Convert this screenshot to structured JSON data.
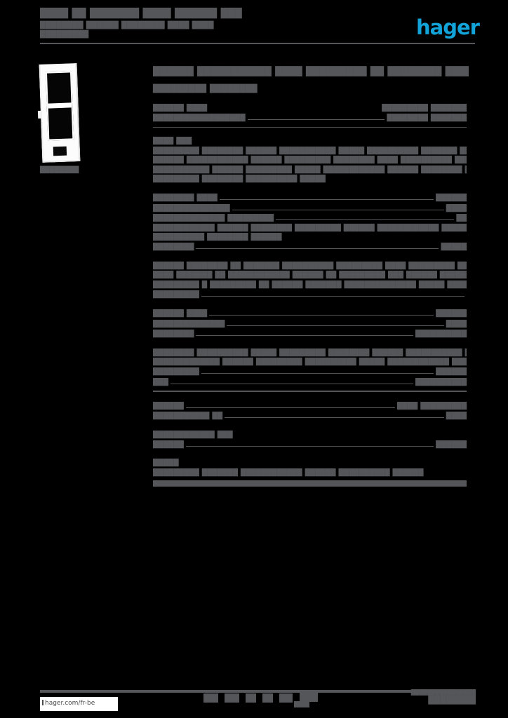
{
  "colors": {
    "accent_blue": "#12a3d9",
    "text_gray": "#54565a",
    "paper_white": "#ffffff"
  },
  "header": {
    "line1": "████ ██ ███████ ████ ██████ ███",
    "line2": "████████ ██████ ████████ ████ ████",
    "line3": "█████████",
    "logo_text": "hager"
  },
  "product": {
    "caption": "████████"
  },
  "main": {
    "title": "██████ ███████████ ████ █████████ ██ ████████ ███████",
    "subtitle": "█████████ ████████",
    "sections": [
      {
        "rows": [
          {
            "t": "kv",
            "l": "██████ ████",
            "v": "█████████ ███████",
            "leader": false
          },
          {
            "t": "kv",
            "l": "██████████████████",
            "v": "████████ ███████",
            "leader": true
          },
          {
            "t": "rule"
          }
        ]
      },
      {
        "rows": [
          {
            "t": "kv",
            "l": "████ ███",
            "v": "",
            "leader": false
          },
          {
            "t": "p",
            "lines": [
              "█████████ ████████ ██████ ███████████ █████ ██████████ ███████ █████████ ██████",
              "██████ ████████████ ██████ █████████ ████████ ████ ██████████ █████████ ███████",
              "███████████ ██████ █████████ █████ ████████████ ██████ ████████ █████████ ████",
              "█████████ ████████ ██████████ █████"
            ]
          }
        ]
      },
      {
        "rows": [
          {
            "t": "kv",
            "l": "████████ ████",
            "v": "██████",
            "leader": true
          },
          {
            "t": "kv",
            "l": "███████████████",
            "v": "████",
            "leader": true
          },
          {
            "t": "kv",
            "l": "██████████████ █████████",
            "v": "██",
            "leader": true
          },
          {
            "t": "p",
            "lines": [
              "████████████ ██████ ████████ █████████ ██████ ████████████ █████ ████████ █████",
              "██████████ ████████ ██████"
            ]
          },
          {
            "t": "kv",
            "l": "████████",
            "v": "█████",
            "leader": true
          }
        ]
      },
      {
        "rows": [
          {
            "t": "p",
            "lines": [
              "██████ ████████ ██ ███████ ██████████ █████████ ████ █████████ █████ ████████",
              "████ ███████ ██ ████████████ ██████ ██ █████████ ███ ██████ ███████████ █████",
              "█████████ █ █████████ ██ ██████ ███████ ██████████████ █████ ██████ ███████"
            ]
          },
          {
            "t": "kv",
            "l": "█████████",
            "v": "",
            "leader": true
          }
        ]
      },
      {
        "rows": [
          {
            "t": "kv",
            "l": "██████ ████",
            "v": "██████",
            "leader": true
          },
          {
            "t": "kv",
            "l": "██████████████",
            "v": "████",
            "leader": true
          },
          {
            "t": "kv",
            "l": "████████",
            "v": "██████████",
            "leader": true
          }
        ]
      },
      {
        "rows": [
          {
            "t": "p",
            "lines": [
              "████████ ██████████ █████ █████████ ████████ ██████ ███████████ ████ ██████",
              "█████████████ ██████ █████████ ██████████ █████ ████████████ █████ ████████"
            ]
          },
          {
            "t": "kv",
            "l": "█████████",
            "v": "██████",
            "leader": true
          },
          {
            "t": "kv",
            "l": "███",
            "v": "██████████",
            "leader": true
          },
          {
            "t": "rule"
          }
        ]
      },
      {
        "rows": [
          {
            "t": "kv",
            "l": "██████",
            "v": "████ █████████",
            "leader": true
          },
          {
            "t": "kv",
            "l": "███████████ ██",
            "v": "████",
            "leader": true
          }
        ]
      },
      {
        "rows": [
          {
            "t": "kv",
            "l": "████████████ ███",
            "v": "",
            "leader": false
          },
          {
            "t": "kv",
            "l": "██████",
            "v": "██████",
            "leader": true
          }
        ]
      },
      {
        "rows": [
          {
            "t": "kv",
            "l": "█████",
            "v": "",
            "leader": false
          },
          {
            "t": "p",
            "lines": [
              "█████████ ███████ ████████████ ██████ ██████████ ██████"
            ]
          },
          {
            "t": "bar"
          }
        ]
      }
    ]
  },
  "footer": {
    "url": "hager.com/fr-be",
    "certification_marks": [
      "mark",
      "mark",
      "mark",
      "mark",
      "mark"
    ],
    "right_line1": "████████████████",
    "right_line2": "████████"
  }
}
